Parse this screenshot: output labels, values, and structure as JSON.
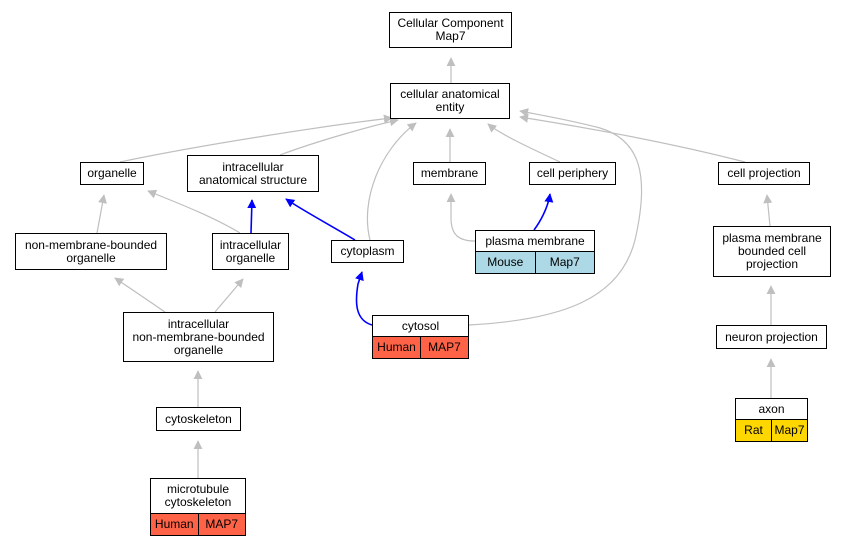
{
  "title": "",
  "colors": {
    "edge_default": "#bfbfbf",
    "edge_highlight": "#0000ff",
    "human_tag": "#ff6347",
    "mouse_tag": "#add8e6",
    "rat_tag": "#ffd700"
  },
  "nodes": {
    "root": {
      "label": "Cellular Component\nMap7"
    },
    "cae": {
      "label": "cellular anatomical\nentity"
    },
    "organelle": {
      "label": "organelle"
    },
    "ias": {
      "label": "intracellular\nanatomical structure"
    },
    "membrane": {
      "label": "membrane"
    },
    "cellperiphery": {
      "label": "cell periphery"
    },
    "cellprojection": {
      "label": "cell projection"
    },
    "nmbo": {
      "label": "non-membrane-bounded\norganelle"
    },
    "intraorganelle": {
      "label": "intracellular\norganelle"
    },
    "cytoplasm": {
      "label": "cytoplasm"
    },
    "plasmamembrane": {
      "label": "plasma membrane",
      "tags": [
        "Mouse",
        "Map7"
      ]
    },
    "pmbcp": {
      "label": "plasma membrane\nbounded cell\nprojection"
    },
    "inmbo": {
      "label": "intracellular\nnon-membrane-bounded\norganelle"
    },
    "cytosol": {
      "label": "cytosol",
      "tags": [
        "Human",
        "MAP7"
      ]
    },
    "neuronprojection": {
      "label": "neuron projection"
    },
    "cytoskeleton": {
      "label": "cytoskeleton"
    },
    "axon": {
      "label": "axon",
      "tags": [
        "Rat",
        "Map7"
      ]
    },
    "microtubule": {
      "label": "microtubule\ncytoskeleton",
      "tags": [
        "Human",
        "MAP7"
      ]
    }
  },
  "edges": [
    {
      "from": "cae",
      "to": "root",
      "highlight": false
    },
    {
      "from": "organelle",
      "to": "cae",
      "highlight": false
    },
    {
      "from": "ias",
      "to": "cae",
      "highlight": false
    },
    {
      "from": "membrane",
      "to": "cae",
      "highlight": false
    },
    {
      "from": "cellperiphery",
      "to": "cae",
      "highlight": false
    },
    {
      "from": "cellprojection",
      "to": "cae",
      "highlight": false
    },
    {
      "from": "cytoplasm",
      "to": "cae",
      "highlight": false
    },
    {
      "from": "cytosol",
      "to": "cae",
      "highlight": false
    },
    {
      "from": "nmbo",
      "to": "organelle",
      "highlight": false
    },
    {
      "from": "intraorganelle",
      "to": "organelle",
      "highlight": false
    },
    {
      "from": "intraorganelle",
      "to": "ias",
      "highlight": true
    },
    {
      "from": "cytoplasm",
      "to": "ias",
      "highlight": true
    },
    {
      "from": "plasmamembrane",
      "to": "membrane",
      "highlight": false
    },
    {
      "from": "plasmamembrane",
      "to": "cellperiphery",
      "highlight": true
    },
    {
      "from": "pmbcp",
      "to": "cellprojection",
      "highlight": false
    },
    {
      "from": "inmbo",
      "to": "nmbo",
      "highlight": false
    },
    {
      "from": "inmbo",
      "to": "intraorganelle",
      "highlight": false
    },
    {
      "from": "cytosol",
      "to": "cytoplasm",
      "highlight": true
    },
    {
      "from": "neuronprojection",
      "to": "pmbcp",
      "highlight": false
    },
    {
      "from": "cytoskeleton",
      "to": "inmbo",
      "highlight": false
    },
    {
      "from": "axon",
      "to": "neuronprojection",
      "highlight": false
    },
    {
      "from": "microtubule",
      "to": "cytoskeleton",
      "highlight": false
    }
  ]
}
